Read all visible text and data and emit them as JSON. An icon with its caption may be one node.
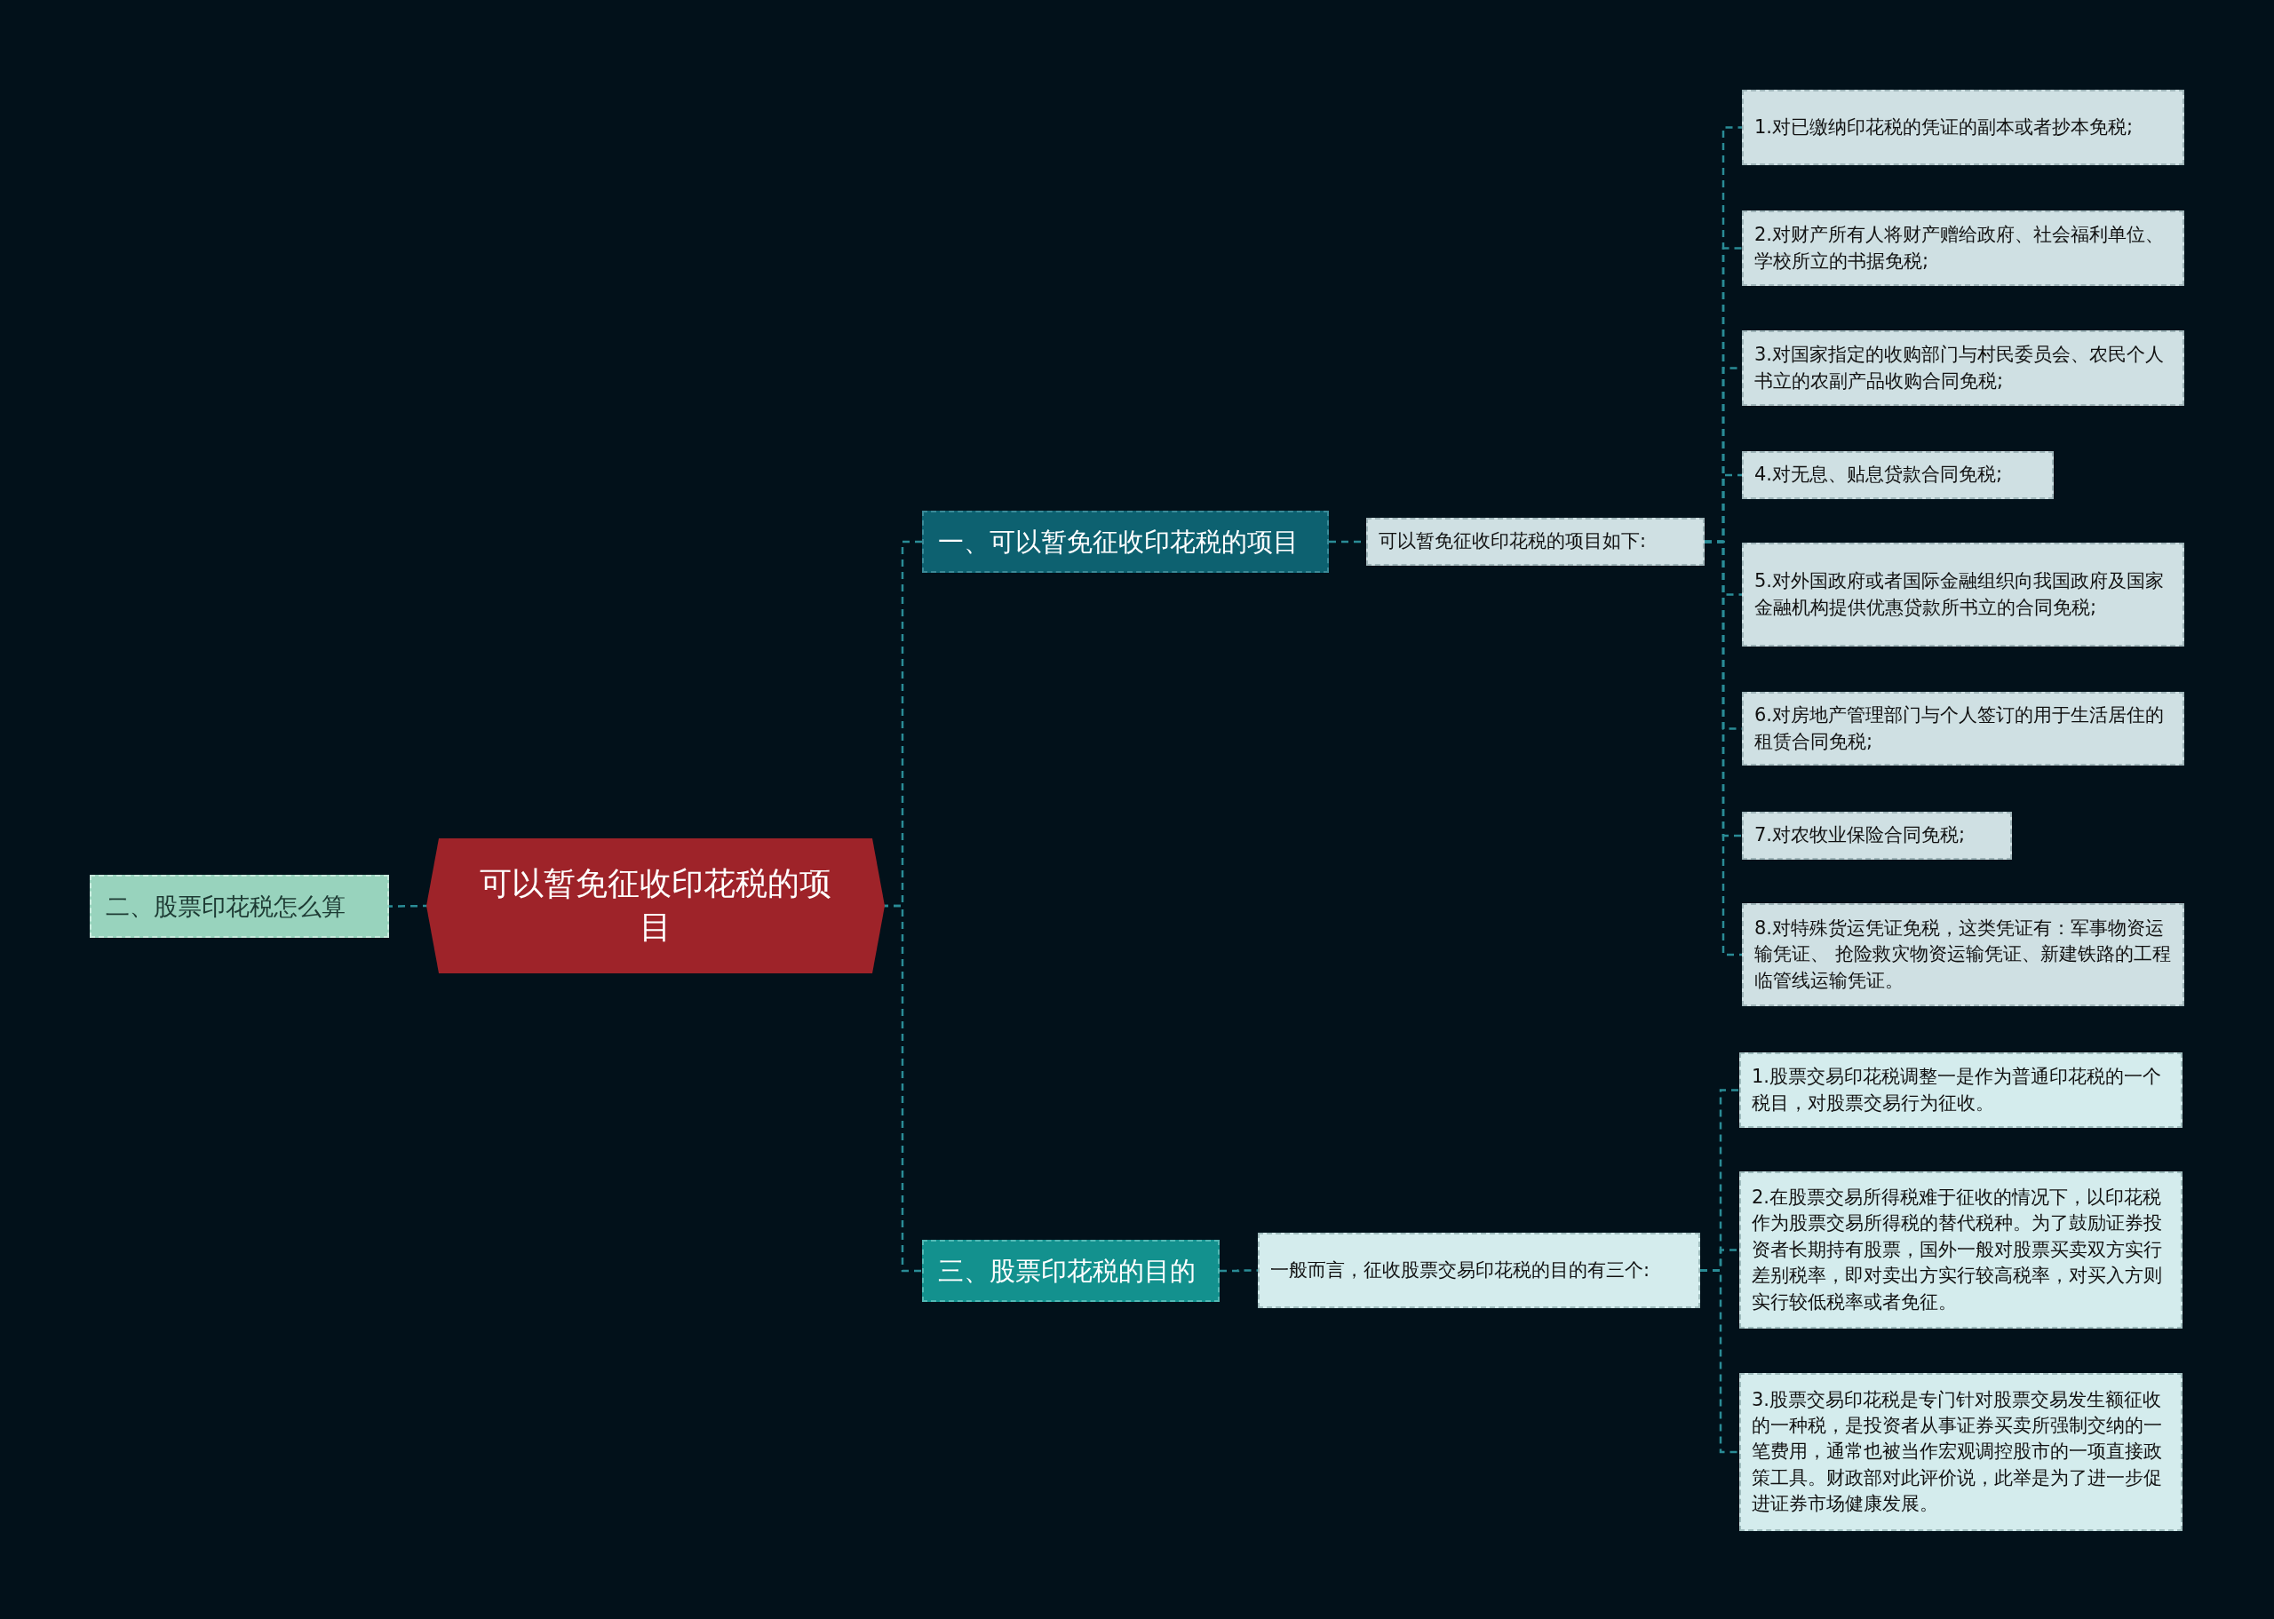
{
  "diagram": {
    "nodes": [
      {
        "text": [
          "可以暂免征收印花税的项目"
        ]
      },
      {
        "text": [
          "二、股票印花税怎么算"
        ]
      },
      {
        "text": [
          "一、可以暂免征收印花税的项目"
        ]
      },
      {
        "text": [
          "可以暂免征收印花税的项目如下:"
        ]
      },
      {
        "text": [
          "1.对已缴纳印花税的凭证的副本或者抄本免税;"
        ]
      },
      {
        "text": [
          "2.对财产所有人将财产赠给政府、社会福利单位、学校所立的书据免税;"
        ]
      },
      {
        "text": [
          "3.对国家指定的收购部门与村民委员会、农民个人书立的农副产品收购合同免税;"
        ]
      },
      {
        "text": [
          "4.对无息、贴息贷款合同免税;"
        ]
      },
      {
        "text": [
          "5.对外国政府或者国际金融组织向我国政府及国家金融机构提供优惠贷款所书立的合同免税;"
        ]
      },
      {
        "text": [
          "6.对房地产管理部门与个人签订的用于生活居住的租赁合同免税;"
        ]
      },
      {
        "text": [
          "7.对农牧业保险合同免税;"
        ]
      },
      {
        "text": [
          "8.对特殊货运凭证免税，这类凭证有：军事物资运输凭证、 抢险救灾物资运输凭证、新建铁路的工程临管线运输凭证。"
        ]
      },
      {
        "text": [
          "三、股票印花税的目的"
        ]
      },
      {
        "text": [
          "一般而言，征收股票交易印花税的目的有三个:"
        ]
      },
      {
        "text": [
          "1.股票交易印花税调整一是作为普通印花税的一个税目，对股票交易行为征收。"
        ]
      },
      {
        "text": [
          "2.在股票交易所得税难于征收的情况下，以印花税作为股票交易所得税的替代税种。为了鼓励证券投资者长期持有股票，国外一般对股票买卖双方实行差别税率，即对卖出方实行较高税率，对买入方则实行较低税率或者免征。"
        ]
      },
      {
        "text": [
          "3.股票交易印花税是专门针对股票交易发生额征收的一种税，是投资者从事证券买卖所强制交纳的一笔费用，通常也被当作宏观调控股市的一项直接政策工具。财政部对此评价说，此举是为了进一步促进证券市场健康发展。"
        ]
      }
    ],
    "edges": [
      {
        "from": 0,
        "to": 1,
        "arrow": "none"
      },
      {
        "from": 0,
        "to": 2,
        "arrow": "none"
      },
      {
        "from": 0,
        "to": 12,
        "arrow": "none"
      },
      {
        "from": 2,
        "to": 3,
        "arrow": "none"
      },
      {
        "from": 3,
        "to": 4,
        "arrow": "none"
      },
      {
        "from": 3,
        "to": 5,
        "arrow": "none"
      },
      {
        "from": 3,
        "to": 6,
        "arrow": "none"
      },
      {
        "from": 3,
        "to": 7,
        "arrow": "none"
      },
      {
        "from": 3,
        "to": 8,
        "arrow": "none"
      },
      {
        "from": 3,
        "to": 9,
        "arrow": "none"
      },
      {
        "from": 3,
        "to": 10,
        "arrow": "none"
      },
      {
        "from": 3,
        "to": 11,
        "arrow": "none"
      },
      {
        "from": 12,
        "to": 13,
        "arrow": "none"
      },
      {
        "from": 13,
        "to": 14,
        "arrow": "none"
      },
      {
        "from": 13,
        "to": 15,
        "arrow": "none"
      },
      {
        "from": 13,
        "to": 16,
        "arrow": "none"
      }
    ]
  }
}
